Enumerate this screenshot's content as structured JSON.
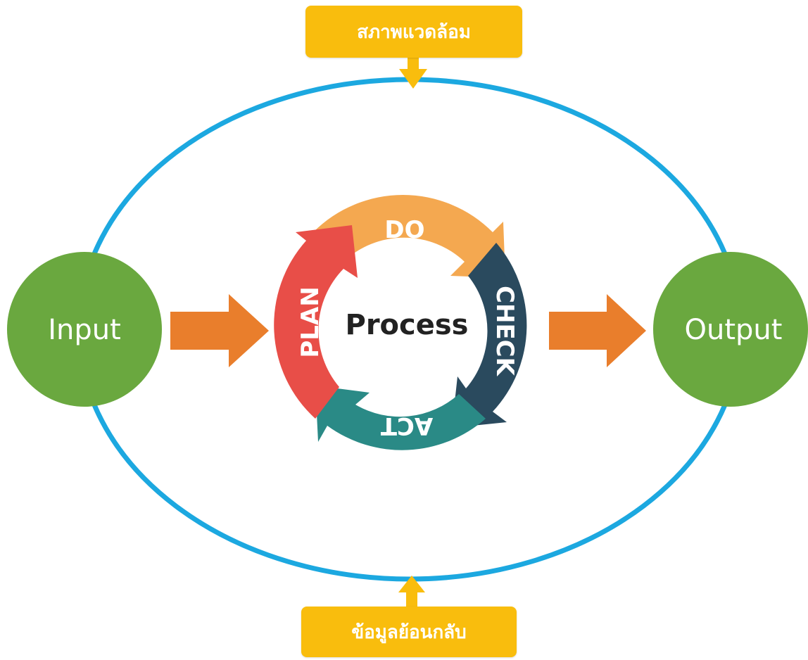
{
  "environment_label": "สภาพแวดล้อม",
  "feedback_label": "ข้อมูลย้อนกลับ",
  "input_label": "Input",
  "output_label": "Output",
  "process_label": "Process",
  "cycle": {
    "plan": "PLAN",
    "do": "DO",
    "check": "CHECK",
    "act": "ACT"
  },
  "colors": {
    "ellipse": "#1ca8e0",
    "circle": "#6aa83f",
    "flow_arrow": "#e97e2c",
    "label_box": "#f9bd0d",
    "plan": "#e84e48",
    "do": "#f4a850",
    "check": "#2a4a5e",
    "act": "#2a8a86"
  }
}
